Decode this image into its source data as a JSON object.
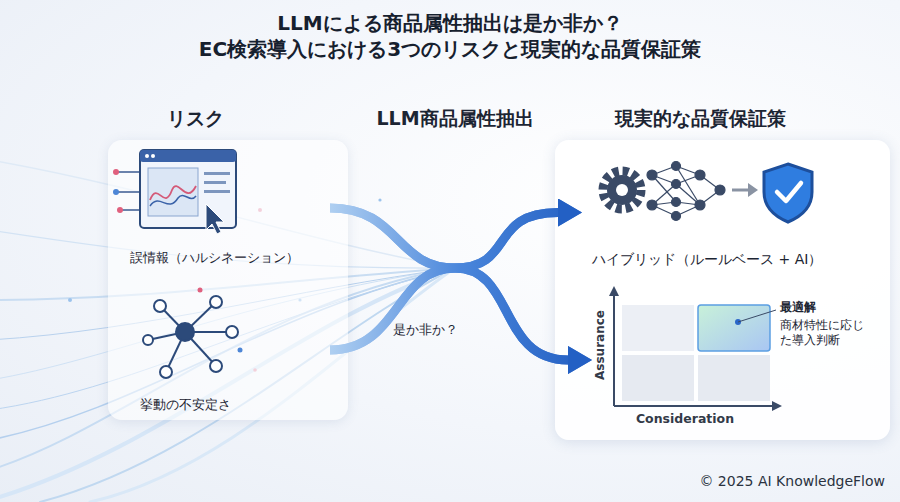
{
  "diagram": {
    "title": "LLMによる商品属性抽出は是か非か？ EC検索導入における3つのリスクと現実的な品質保証策",
    "nodes": [
      {
        "text": [
          "リスク"
        ]
      },
      {
        "text": [
          "誤情報（ハルシネーション）"
        ],
        "in": 0
      },
      {
        "text": [
          "挙動の不安定さ"
        ],
        "in": 0
      },
      {
        "text": [
          "現実的な品質保証策"
        ]
      },
      {
        "text": [
          "ハイブリッド（ルールベース + AI）"
        ],
        "in": 3
      },
      {
        "text": [
          "Assurance",
          "Consideration"
        ],
        "in": 3
      }
    ],
    "edges": [
      {
        "from": 1,
        "to": 4,
        "arrow": "to"
      },
      {
        "from": 1,
        "to": 5,
        "arrow": "to"
      },
      {
        "from": 2,
        "to": 4,
        "arrow": "to"
      },
      {
        "from": 2,
        "to": 5,
        "arrow": "to"
      }
    ],
    "labels": [
      "LLM商品属性抽出",
      "是か非か？",
      "最適解",
      "商材特性に応じ た導入判断",
      "© 2025 AI KnowledgeFlow"
    ]
  }
}
